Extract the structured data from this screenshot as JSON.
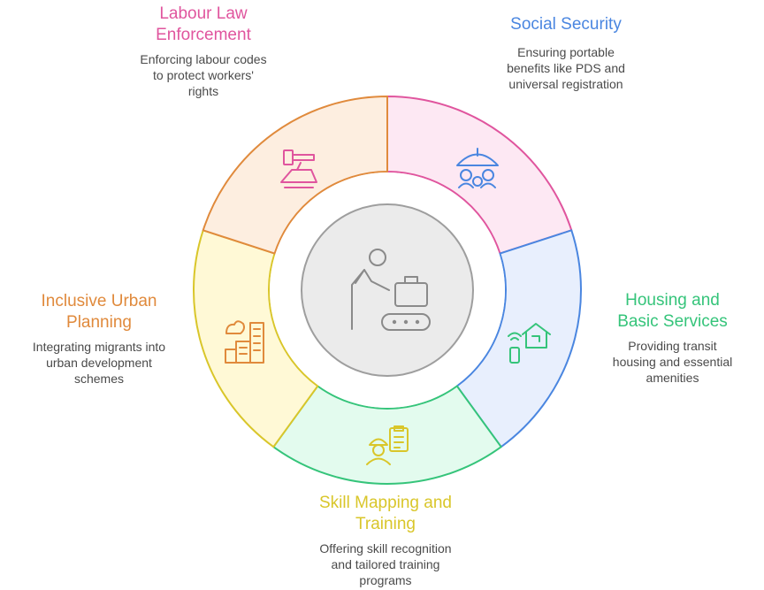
{
  "segments": [
    {
      "key": "labour",
      "title_lines": [
        "Labour Law",
        "Enforcement"
      ],
      "desc": "Enforcing labour codes\nto protect workers'\nrights",
      "stroke": "#e0559e",
      "fill": "#fde8f3",
      "icon": "gavel-icon"
    },
    {
      "key": "social",
      "title_lines": [
        "Social Security"
      ],
      "desc": "Ensuring portable\nbenefits like PDS and\nuniversal registration",
      "stroke": "#4a86e0",
      "fill": "#e8effd",
      "icon": "umbrella-family-icon"
    },
    {
      "key": "housing",
      "title_lines": [
        "Housing and",
        "Basic Services"
      ],
      "desc": "Providing transit\nhousing and essential\namenities",
      "stroke": "#35c47a",
      "fill": "#e3fbee",
      "icon": "smart-home-icon"
    },
    {
      "key": "skill",
      "title_lines": [
        "Skill Mapping and",
        "Training"
      ],
      "desc": "Offering skill recognition\nand tailored training\nprograms",
      "stroke": "#d9c62a",
      "fill": "#fff9d6",
      "icon": "worker-checklist-icon"
    },
    {
      "key": "urban",
      "title_lines": [
        "Inclusive Urban",
        "Planning"
      ],
      "desc": "Integrating migrants into\nurban development\nschemes",
      "stroke": "#e08a3c",
      "fill": "#fdeee0",
      "icon": "city-buildings-icon"
    }
  ],
  "center": {
    "icon": "worker-conveyor-icon",
    "stroke": "#9e9e9e",
    "fill": "#ebebeb"
  }
}
